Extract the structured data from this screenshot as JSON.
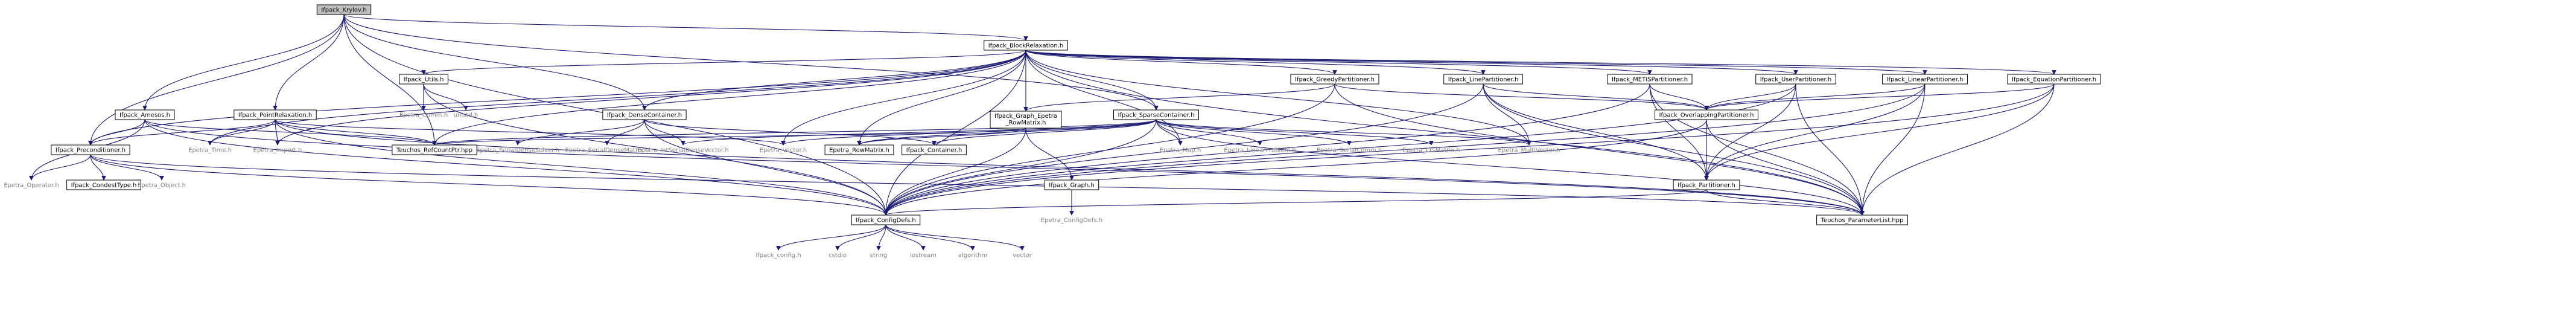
{
  "page": {
    "title": "Ifpack_Krylov.h"
  },
  "colors": {
    "edge": "#191970",
    "root_fill": "#bfbfbf",
    "node_border": "#000000",
    "external_text": "#7f7f7f"
  },
  "nodes": [
    {
      "id": "krylov",
      "label": "Ifpack_Krylov.h",
      "kind": "root"
    },
    {
      "id": "blockrel",
      "label": "Ifpack_BlockRelaxation.h",
      "kind": "inner"
    },
    {
      "id": "amesos",
      "label": "Ifpack_Amesos.h",
      "kind": "inner"
    },
    {
      "id": "pointrel",
      "label": "Ifpack_PointRelaxation.h",
      "kind": "inner"
    },
    {
      "id": "utils",
      "label": "Ifpack_Utils.h",
      "kind": "inner"
    },
    {
      "id": "densecont",
      "label": "Ifpack_DenseContainer.h",
      "kind": "inner"
    },
    {
      "id": "greedy",
      "label": "Ifpack_GreedyPartitioner.h",
      "kind": "inner"
    },
    {
      "id": "linepart",
      "label": "Ifpack_LinePartitioner.h",
      "kind": "inner"
    },
    {
      "id": "metis",
      "label": "Ifpack_METISPartitioner.h",
      "kind": "inner"
    },
    {
      "id": "userpart",
      "label": "Ifpack_UserPartitioner.h",
      "kind": "inner"
    },
    {
      "id": "linearpart",
      "label": "Ifpack_LinearPartitioner.h",
      "kind": "inner"
    },
    {
      "id": "eqpart",
      "label": "Ifpack_EquationPartitioner.h",
      "kind": "inner"
    },
    {
      "id": "graphrow",
      "label": "Ifpack_Graph_Epetra_RowMatrix.h",
      "kind": "inner"
    },
    {
      "id": "sparsecont",
      "label": "Ifpack_SparseContainer.h",
      "kind": "inner"
    },
    {
      "id": "overlap",
      "label": "Ifpack_OverlappingPartitioner.h",
      "kind": "inner"
    },
    {
      "id": "precond",
      "label": "Ifpack_Preconditioner.h",
      "kind": "inner"
    },
    {
      "id": "graph",
      "label": "Ifpack_Graph.h",
      "kind": "inner"
    },
    {
      "id": "partitioner",
      "label": "Ifpack_Partitioner.h",
      "kind": "inner"
    },
    {
      "id": "rowmatrix",
      "label": "Epetra_RowMatrix.h",
      "kind": "inner"
    },
    {
      "id": "container",
      "label": "Ifpack_Container.h",
      "kind": "inner"
    },
    {
      "id": "ctype",
      "label": "Ifpack_CondestType.h",
      "kind": "inner"
    },
    {
      "id": "configdefs",
      "label": "Ifpack_ConfigDefs.h",
      "kind": "inner"
    },
    {
      "id": "refcountptr",
      "label": "Teuchos_RefCountPtr.hpp",
      "kind": "inner"
    },
    {
      "id": "paramlist",
      "label": "Teuchos_ParameterList.hpp",
      "kind": "inner"
    },
    {
      "id": "comm",
      "label": "Epetra_Comm.h",
      "kind": "external"
    },
    {
      "id": "unistd",
      "label": "unistd.h",
      "kind": "external"
    },
    {
      "id": "time",
      "label": "Epetra_Time.h",
      "kind": "external"
    },
    {
      "id": "import",
      "label": "Epetra_Import.h",
      "kind": "external"
    },
    {
      "id": "sdsolver",
      "label": "Epetra_SerialDenseSolver.h",
      "kind": "external"
    },
    {
      "id": "sdmatrix",
      "label": "Epetra_SerialDenseMatrix.h",
      "kind": "external"
    },
    {
      "id": "intsdvec",
      "label": "Epetra_IntSerialDenseVector.h",
      "kind": "external"
    },
    {
      "id": "vector",
      "label": "Epetra_Vector.h",
      "kind": "external"
    },
    {
      "id": "map",
      "label": "Epetra_Map.h",
      "kind": "external"
    },
    {
      "id": "linprob",
      "label": "Epetra_LinearProblem.h",
      "kind": "external"
    },
    {
      "id": "serialcomm",
      "label": "Epetra_SerialComm.h",
      "kind": "external"
    },
    {
      "id": "crsmatrix",
      "label": "Epetra_CrsMatrix.h",
      "kind": "external"
    },
    {
      "id": "multivec",
      "label": "Epetra_MultiVector.h",
      "kind": "external"
    },
    {
      "id": "operator",
      "label": "Epetra_Operator.h",
      "kind": "external"
    },
    {
      "id": "object",
      "label": "Epetra_Object.h",
      "kind": "external"
    },
    {
      "id": "epconfigdefs",
      "label": "Epetra_ConfigDefs.h",
      "kind": "external"
    },
    {
      "id": "ifconfig",
      "label": "Ifpack_config.h",
      "kind": "external"
    },
    {
      "id": "cstdio",
      "label": "cstdio",
      "kind": "external"
    },
    {
      "id": "string",
      "label": "string",
      "kind": "external"
    },
    {
      "id": "iostream",
      "label": "iostream",
      "kind": "external"
    },
    {
      "id": "algorithm",
      "label": "algorithm",
      "kind": "external"
    },
    {
      "id": "stdvector",
      "label": "vector",
      "kind": "external"
    }
  ],
  "edges": [
    [
      "krylov",
      "blockrel"
    ],
    [
      "krylov",
      "amesos"
    ],
    [
      "krylov",
      "pointrel"
    ],
    [
      "krylov",
      "densecont"
    ],
    [
      "krylov",
      "sparsecont"
    ],
    [
      "krylov",
      "precond"
    ],
    [
      "krylov",
      "refcountptr"
    ],
    [
      "krylov",
      "configdefs"
    ],
    [
      "blockrel",
      "utils"
    ],
    [
      "blockrel",
      "densecont"
    ],
    [
      "blockrel",
      "greedy"
    ],
    [
      "blockrel",
      "linepart"
    ],
    [
      "blockrel",
      "metis"
    ],
    [
      "blockrel",
      "userpart"
    ],
    [
      "blockrel",
      "linearpart"
    ],
    [
      "blockrel",
      "eqpart"
    ],
    [
      "blockrel",
      "graphrow"
    ],
    [
      "blockrel",
      "sparsecont"
    ],
    [
      "blockrel",
      "precond"
    ],
    [
      "blockrel",
      "refcountptr"
    ],
    [
      "blockrel",
      "time"
    ],
    [
      "blockrel",
      "import"
    ],
    [
      "blockrel",
      "vector"
    ],
    [
      "blockrel",
      "map"
    ],
    [
      "blockrel",
      "rowmatrix"
    ],
    [
      "blockrel",
      "multivec"
    ],
    [
      "blockrel",
      "paramlist"
    ],
    [
      "blockrel",
      "configdefs"
    ],
    [
      "amesos",
      "precond"
    ],
    [
      "amesos",
      "refcountptr"
    ],
    [
      "amesos",
      "operator"
    ],
    [
      "amesos",
      "configdefs"
    ],
    [
      "amesos",
      "paramlist"
    ],
    [
      "pointrel",
      "precond"
    ],
    [
      "pointrel",
      "time"
    ],
    [
      "pointrel",
      "import"
    ],
    [
      "pointrel",
      "refcountptr"
    ],
    [
      "pointrel",
      "vector"
    ],
    [
      "pointrel",
      "configdefs"
    ],
    [
      "pointrel",
      "paramlist"
    ],
    [
      "utils",
      "comm"
    ],
    [
      "utils",
      "unistd"
    ],
    [
      "utils",
      "configdefs"
    ],
    [
      "densecont",
      "sdsolver"
    ],
    [
      "densecont",
      "sdmatrix"
    ],
    [
      "densecont",
      "intsdvec"
    ],
    [
      "densecont",
      "container"
    ],
    [
      "densecont",
      "configdefs"
    ],
    [
      "greedy",
      "overlap"
    ],
    [
      "greedy",
      "graphrow"
    ],
    [
      "greedy",
      "configdefs"
    ],
    [
      "greedy",
      "paramlist"
    ],
    [
      "linepart",
      "overlap"
    ],
    [
      "linepart",
      "partitioner"
    ],
    [
      "linepart",
      "configdefs"
    ],
    [
      "linepart",
      "multivec"
    ],
    [
      "linepart",
      "paramlist"
    ],
    [
      "metis",
      "overlap"
    ],
    [
      "metis",
      "partitioner"
    ],
    [
      "metis",
      "configdefs"
    ],
    [
      "metis",
      "paramlist"
    ],
    [
      "userpart",
      "overlap"
    ],
    [
      "userpart",
      "partitioner"
    ],
    [
      "userpart",
      "configdefs"
    ],
    [
      "userpart",
      "paramlist"
    ],
    [
      "linearpart",
      "overlap"
    ],
    [
      "linearpart",
      "partitioner"
    ],
    [
      "linearpart",
      "configdefs"
    ],
    [
      "linearpart",
      "paramlist"
    ],
    [
      "eqpart",
      "overlap"
    ],
    [
      "eqpart",
      "partitioner"
    ],
    [
      "eqpart",
      "configdefs"
    ],
    [
      "eqpart",
      "paramlist"
    ],
    [
      "graphrow",
      "graph"
    ],
    [
      "graphrow",
      "rowmatrix"
    ],
    [
      "graphrow",
      "refcountptr"
    ],
    [
      "graphrow",
      "configdefs"
    ],
    [
      "sparsecont",
      "container"
    ],
    [
      "sparsecont",
      "rowmatrix"
    ],
    [
      "sparsecont",
      "intsdvec"
    ],
    [
      "sparsecont",
      "map"
    ],
    [
      "sparsecont",
      "linprob"
    ],
    [
      "sparsecont",
      "serialcomm"
    ],
    [
      "sparsecont",
      "crsmatrix"
    ],
    [
      "sparsecont",
      "multivec"
    ],
    [
      "sparsecont",
      "vector"
    ],
    [
      "sparsecont",
      "refcountptr"
    ],
    [
      "sparsecont",
      "configdefs"
    ],
    [
      "sparsecont",
      "paramlist"
    ],
    [
      "overlap",
      "partitioner"
    ],
    [
      "overlap",
      "configdefs"
    ],
    [
      "overlap",
      "paramlist"
    ],
    [
      "precond",
      "ctype"
    ],
    [
      "precond",
      "operator"
    ],
    [
      "precond",
      "object"
    ],
    [
      "precond",
      "configdefs"
    ],
    [
      "precond",
      "paramlist"
    ],
    [
      "graph",
      "epconfigdefs"
    ],
    [
      "partitioner",
      "configdefs"
    ],
    [
      "partitioner",
      "paramlist"
    ],
    [
      "configdefs",
      "ifconfig"
    ],
    [
      "configdefs",
      "cstdio"
    ],
    [
      "configdefs",
      "string"
    ],
    [
      "configdefs",
      "iostream"
    ],
    [
      "configdefs",
      "algorithm"
    ],
    [
      "configdefs",
      "stdvector"
    ]
  ]
}
